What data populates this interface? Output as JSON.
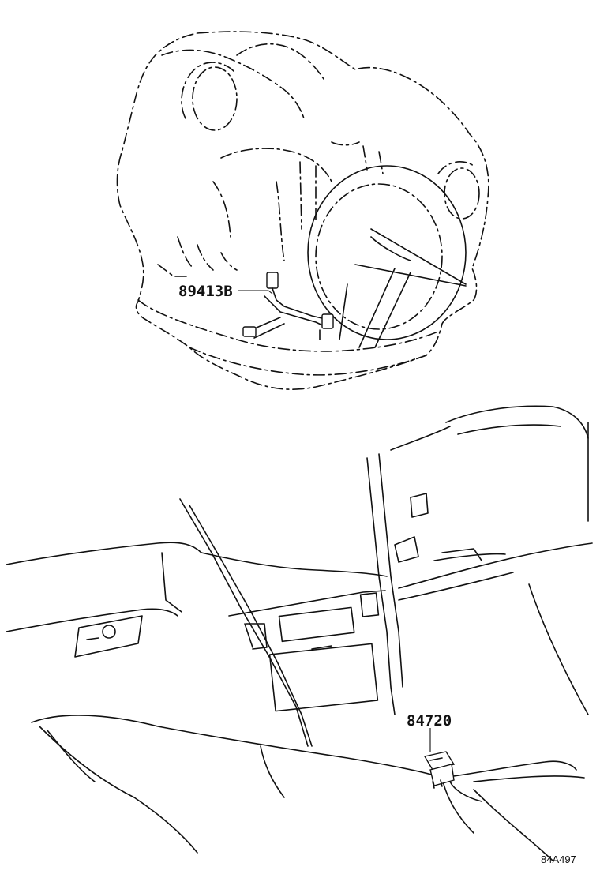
{
  "callouts": [
    {
      "id": "sensor",
      "part_number": "89413B"
    },
    {
      "id": "switch",
      "part_number": "84720"
    }
  ],
  "illustration_code": "84A497",
  "colors": {
    "line": "#111111",
    "background": "#ffffff"
  }
}
